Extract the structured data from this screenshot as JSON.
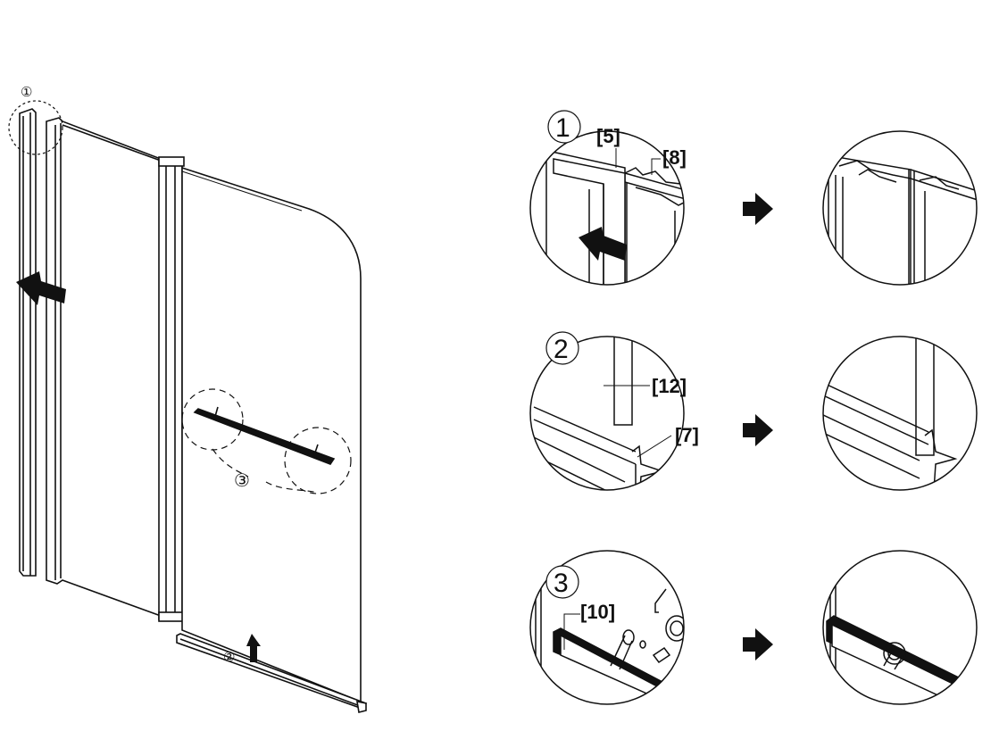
{
  "overview": {
    "callouts": [
      "①",
      "②",
      "③"
    ]
  },
  "steps": [
    {
      "number": "1",
      "labels": [
        "[5]",
        "[8]"
      ]
    },
    {
      "number": "2",
      "labels": [
        "[12]",
        "[7]"
      ]
    },
    {
      "number": "3",
      "labels": [
        "[10]"
      ]
    }
  ],
  "colors": {
    "ink": "#111111",
    "background": "#ffffff"
  },
  "icons": [
    "arrow-left-icon",
    "arrow-up-icon",
    "arrow-right-icon",
    "hex-key-icon"
  ]
}
